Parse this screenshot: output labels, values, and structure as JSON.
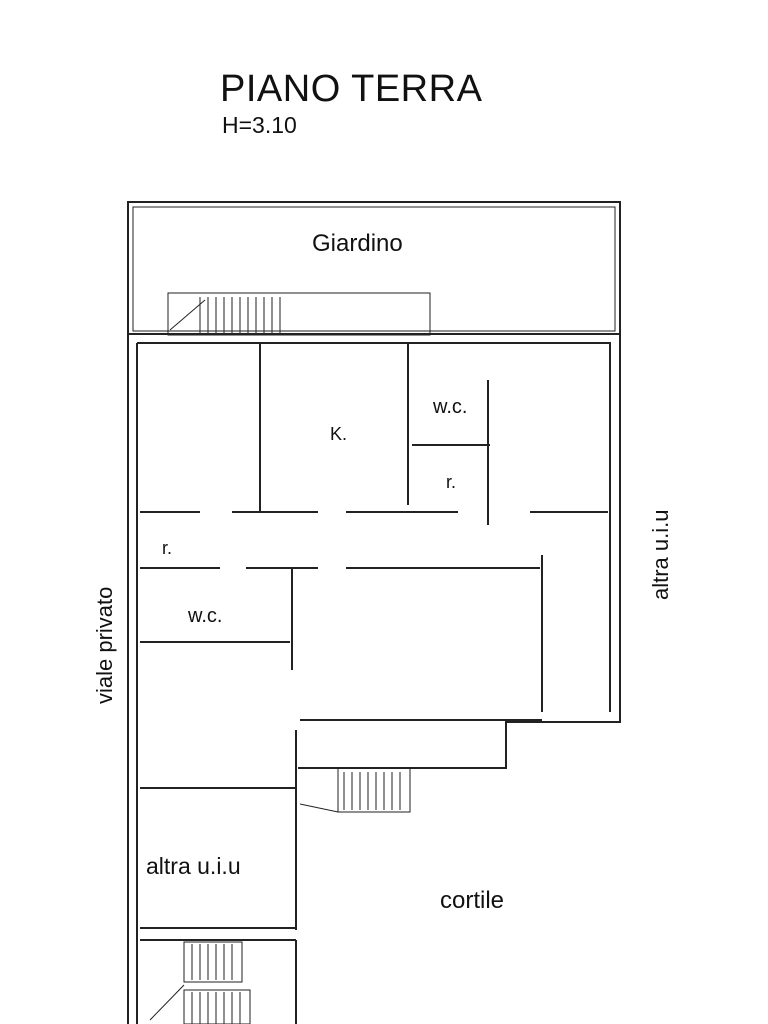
{
  "header": {
    "title": "PIANO TERRA",
    "height_note": "H=3.10"
  },
  "labels": {
    "garden": "Giardino",
    "kitchen": "K.",
    "wc_top": "w.c.",
    "closet_right": "r.",
    "closet_left": "r.",
    "wc_left": "w.c.",
    "private_road": "viale privato",
    "other_unit_right": "altra u.i.u",
    "other_unit_bottom": "altra u.i.u",
    "courtyard": "cortile"
  }
}
